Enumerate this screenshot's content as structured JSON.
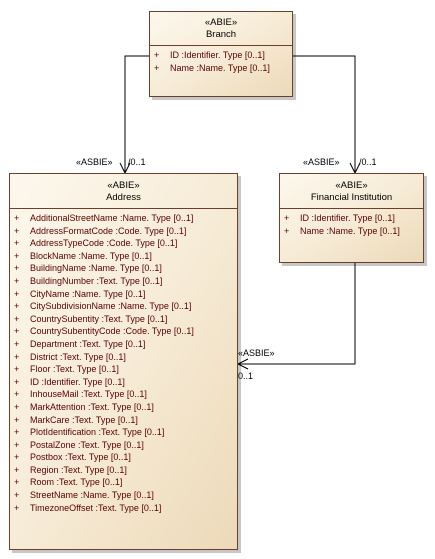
{
  "branch": {
    "stereotype": "«ABIE»",
    "name": "Branch",
    "attributes": [
      {
        "vis": "+",
        "text": "ID  :Identifier. Type [0..1]"
      },
      {
        "vis": "+",
        "text": "Name  :Name. Type [0..1]"
      }
    ]
  },
  "address": {
    "stereotype": "«ABIE»",
    "name": "Address",
    "attributes": [
      {
        "vis": "+",
        "text": "AdditionalStreetName  :Name. Type [0..1]"
      },
      {
        "vis": "+",
        "text": "AddressFormatCode  :Code. Type [0..1]"
      },
      {
        "vis": "+",
        "text": "AddressTypeCode  :Code. Type [0..1]"
      },
      {
        "vis": "+",
        "text": "BlockName  :Name. Type [0..1]"
      },
      {
        "vis": "+",
        "text": "BuildingName  :Name. Type [0..1]"
      },
      {
        "vis": "+",
        "text": "BuildingNumber  :Text. Type [0..1]"
      },
      {
        "vis": "+",
        "text": "CityName  :Name. Type [0..1]"
      },
      {
        "vis": "+",
        "text": "CitySubdivisionName  :Name. Type [0..1]"
      },
      {
        "vis": "+",
        "text": "CountrySubentity  :Text. Type [0..1]"
      },
      {
        "vis": "+",
        "text": "CountrySubentityCode  :Code. Type [0..1]"
      },
      {
        "vis": "+",
        "text": "Department  :Text. Type [0..1]"
      },
      {
        "vis": "+",
        "text": "District  :Text. Type [0..1]"
      },
      {
        "vis": "+",
        "text": "Floor  :Text. Type [0..1]"
      },
      {
        "vis": "+",
        "text": "ID  :Identifier. Type [0..1]"
      },
      {
        "vis": "+",
        "text": "InhouseMail  :Text. Type [0..1]"
      },
      {
        "vis": "+",
        "text": "MarkAttention  :Text. Type [0..1]"
      },
      {
        "vis": "+",
        "text": "MarkCare  :Text. Type [0..1]"
      },
      {
        "vis": "+",
        "text": "PlotIdentification  :Text. Type [0..1]"
      },
      {
        "vis": "+",
        "text": "PostalZone  :Text. Type [0..1]"
      },
      {
        "vis": "+",
        "text": "Postbox  :Text. Type [0..1]"
      },
      {
        "vis": "+",
        "text": "Region  :Text. Type [0..1]"
      },
      {
        "vis": "+",
        "text": "Room  :Text. Type [0..1]"
      },
      {
        "vis": "+",
        "text": "StreetName  :Name. Type [0..1]"
      },
      {
        "vis": "+",
        "text": "TimezoneOffset  :Text. Type [0..1]"
      }
    ]
  },
  "financial_institution": {
    "stereotype": "«ABIE»",
    "name": "Financial Institution",
    "attributes": [
      {
        "vis": "+",
        "text": "ID  :Identifier. Type [0..1]"
      },
      {
        "vis": "+",
        "text": "Name  :Name. Type [0..1]"
      }
    ]
  },
  "associations": {
    "branch_to_address": {
      "stereotype": "«ASBIE»",
      "role": "/0..1"
    },
    "branch_to_financial_institution": {
      "stereotype": "«ASBIE»",
      "role": "/0..1"
    },
    "financial_institution_to_address": {
      "stereotype": "«ASBIE»",
      "multiplicity": "0..1"
    }
  },
  "colors": {
    "class_border": "#6b3f2a",
    "class_fill": "#f6ead4",
    "attribute_text": "#5a0000"
  }
}
